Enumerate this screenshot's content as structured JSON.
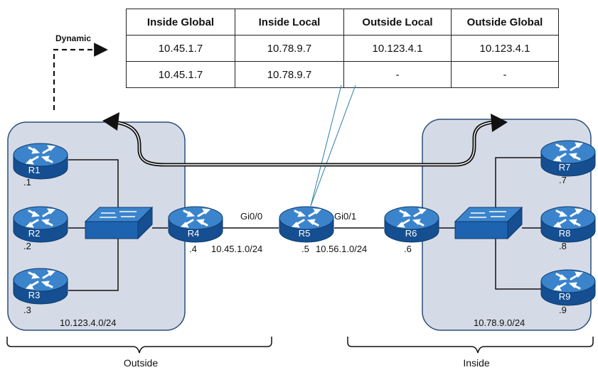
{
  "nat_table": {
    "headers": [
      "Inside Global",
      "Inside Local",
      "Outside Local",
      "Outside Global"
    ],
    "rows": [
      [
        "10.45.1.7",
        "10.78.9.7",
        "10.123.4.1",
        "10.123.4.1"
      ],
      [
        "10.45.1.7",
        "10.78.9.7",
        "-",
        "-"
      ]
    ]
  },
  "dynamic_label": "Dynamic",
  "routers": {
    "r1": {
      "name": "R1",
      "ip": ".1"
    },
    "r2": {
      "name": "R2",
      "ip": ".2"
    },
    "r3": {
      "name": "R3",
      "ip": ".3"
    },
    "r4": {
      "name": "R4",
      "ip": ".4"
    },
    "r5": {
      "name": "R5",
      "ip": ".5"
    },
    "r6": {
      "name": "R6",
      "ip": ".6"
    },
    "r7": {
      "name": "R7",
      "ip": ".7"
    },
    "r8": {
      "name": "R8",
      "ip": ".8"
    },
    "r9": {
      "name": "R9",
      "ip": ".9"
    }
  },
  "interfaces": {
    "r5_left": "Gi0/0",
    "r5_right": "Gi0/1"
  },
  "networks": {
    "r4_r5": "10.45.1.0/24",
    "r5_r6": "10.56.1.0/24",
    "outside_lan": "10.123.4.0/24",
    "inside_lan": "10.78.9.0/24"
  },
  "zones": {
    "outside": "Outside",
    "inside": "Inside"
  },
  "colors": {
    "router_fill": "#1d63b0",
    "router_top": "#3b84cc",
    "zone_fill": "#d5dbe6",
    "zone_stroke": "#2a4e78",
    "callout": "#2c7fa6"
  }
}
